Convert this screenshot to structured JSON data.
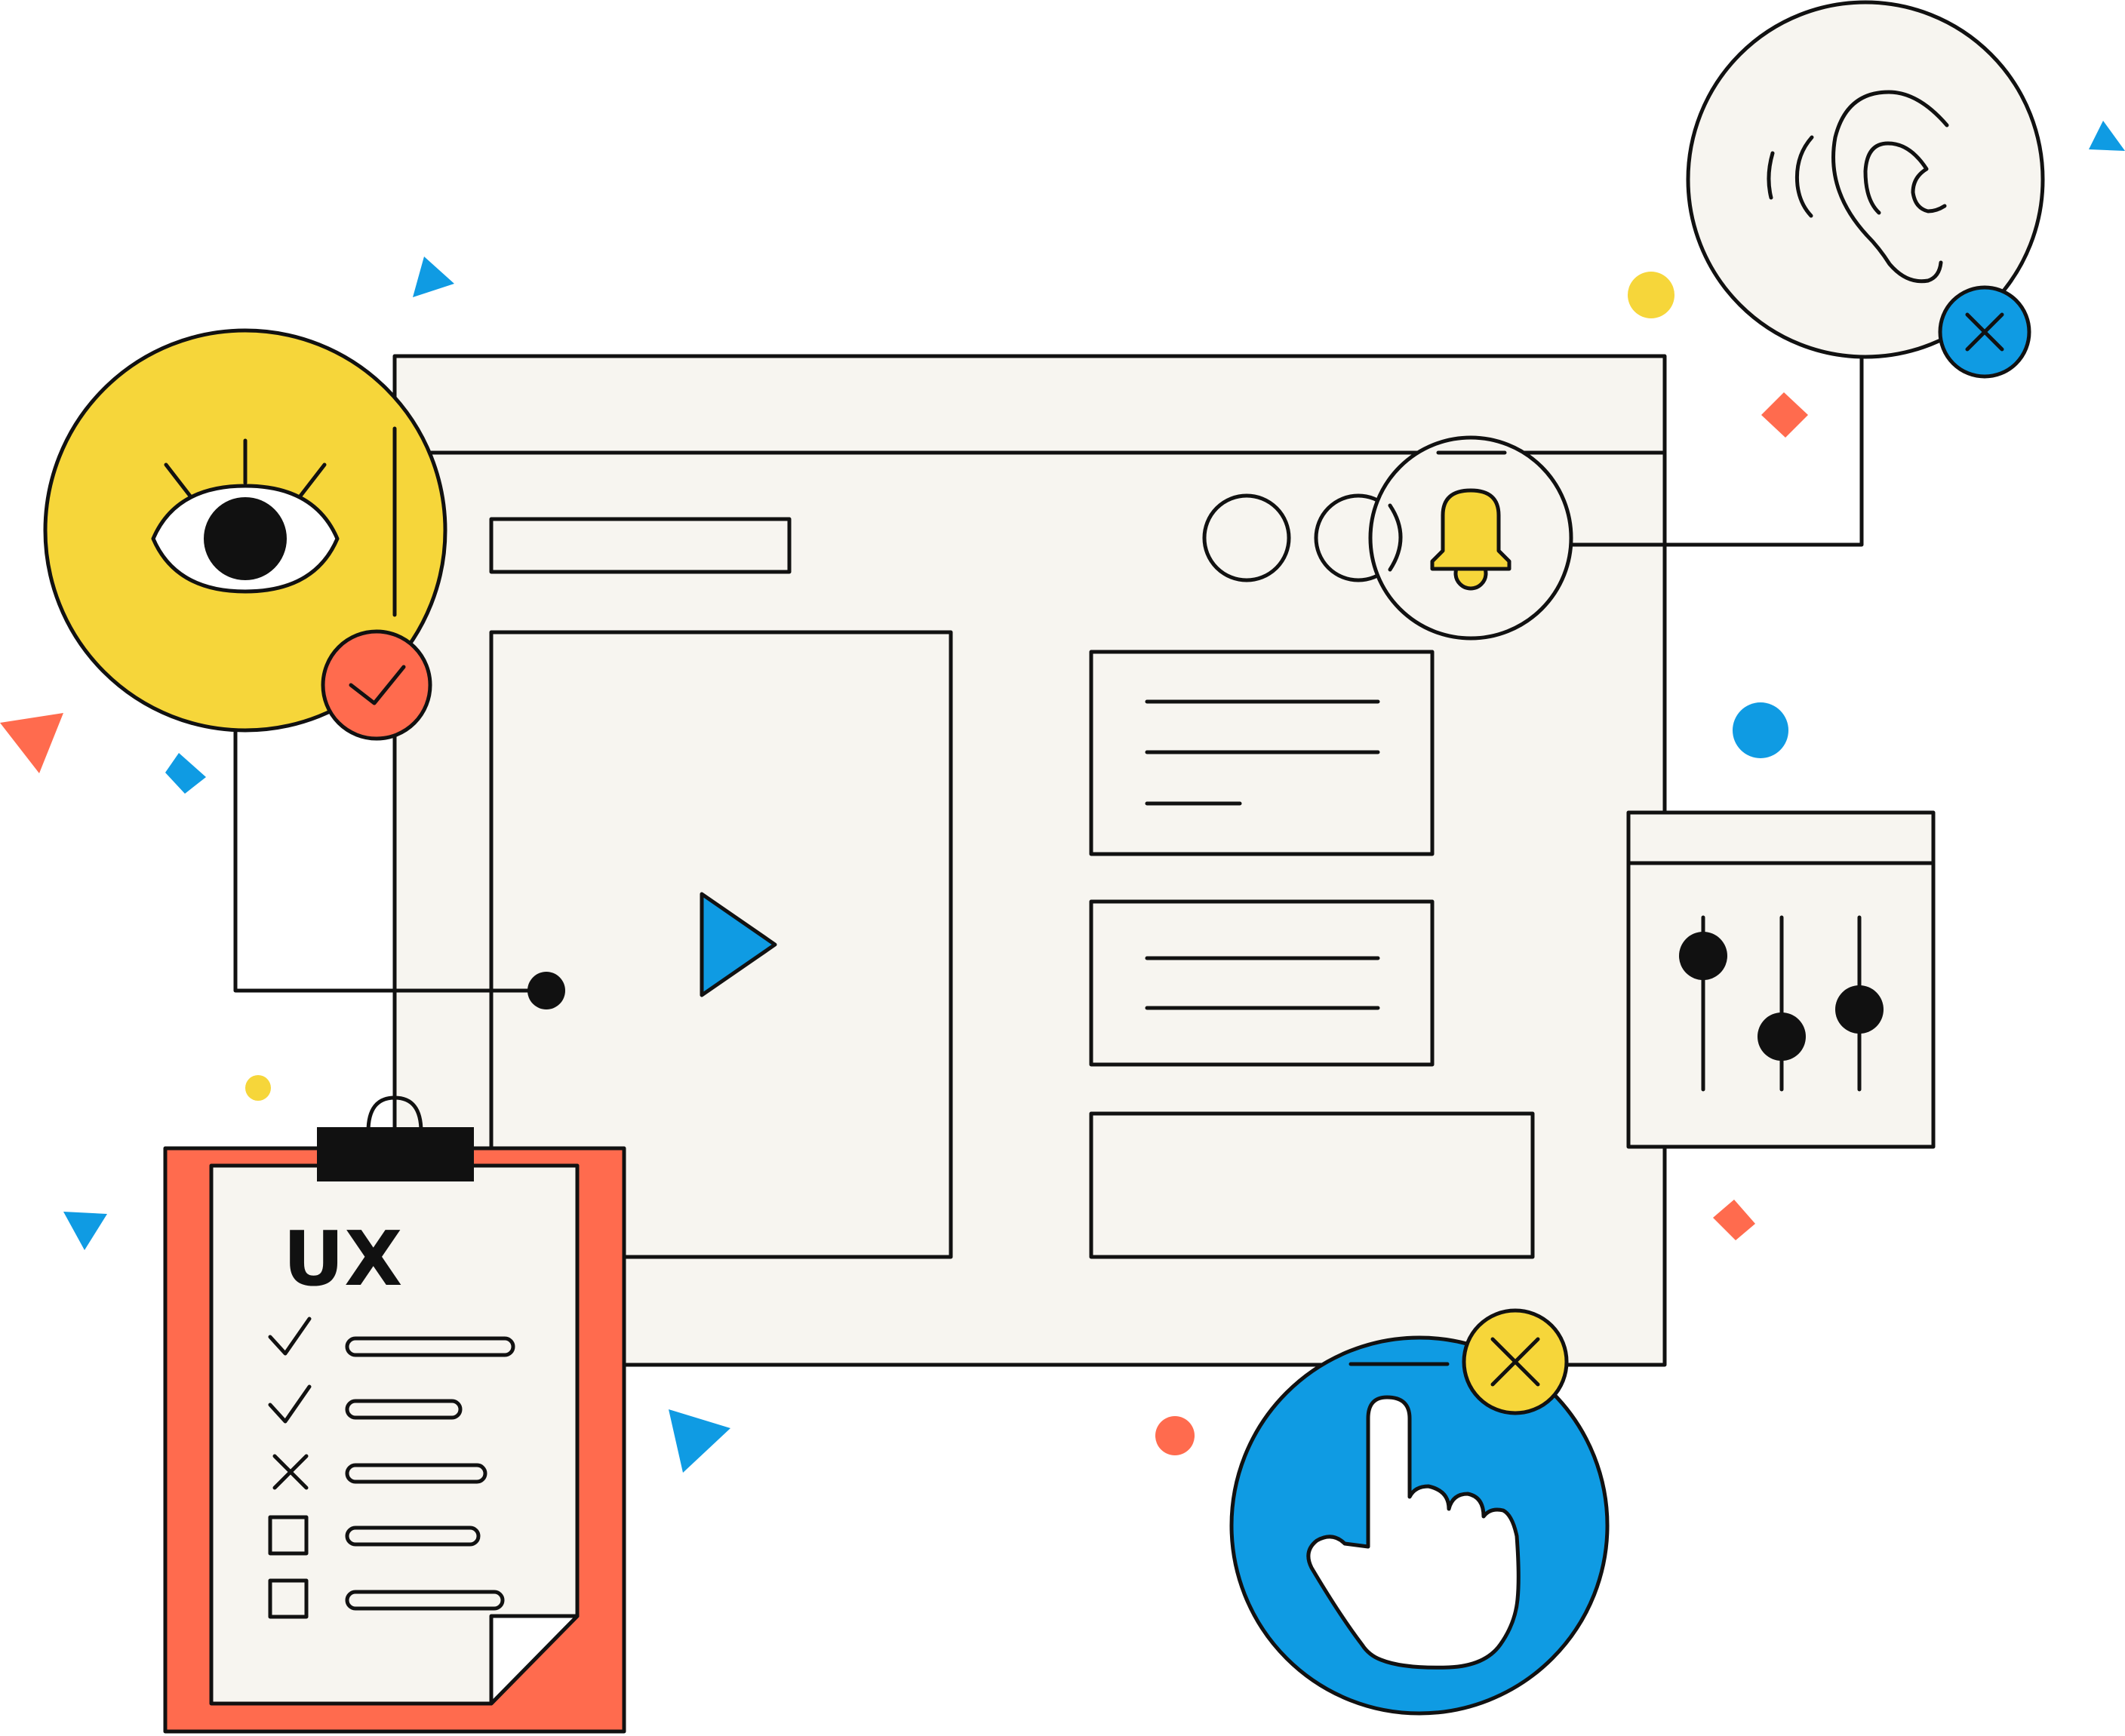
{
  "palette": {
    "ink": "#111111",
    "paper": "#F7F5F0",
    "yellow": "#F6D63A",
    "blue": "#0F9BE3",
    "coral": "#FF6B4E",
    "white": "#FFFFFF"
  },
  "checklist": {
    "title": "UX",
    "items": [
      {
        "mark": "check"
      },
      {
        "mark": "check"
      },
      {
        "mark": "cross"
      },
      {
        "mark": "empty-box"
      },
      {
        "mark": "empty-box"
      }
    ]
  },
  "icons": {
    "eye": "eye-icon",
    "ear": "ear-icon",
    "bell": "bell-icon",
    "hand": "pointer-hand-icon",
    "play": "play-icon",
    "sliders": "slider-controls-icon",
    "check_badge": "check-icon",
    "cross_badge_blue": "close-icon",
    "cross_badge_yellow": "close-icon"
  },
  "status": {
    "vision": "pass",
    "hearing": "fail",
    "interaction": "fail"
  }
}
